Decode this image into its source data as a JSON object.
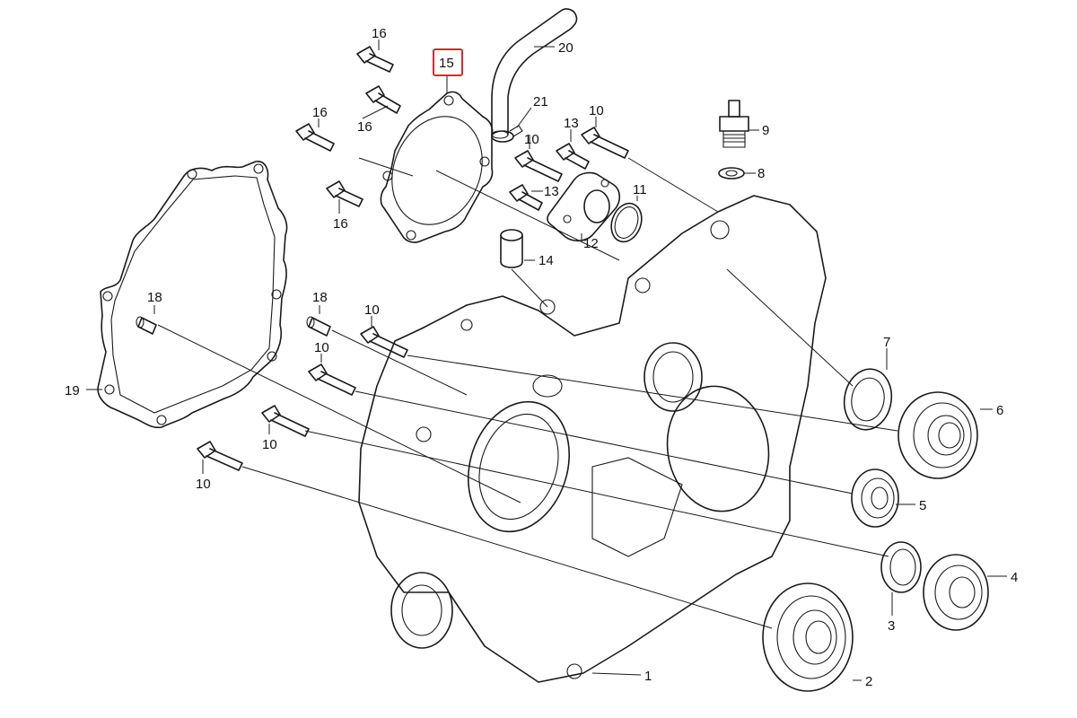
{
  "callouts": [
    {
      "id": "c16a",
      "text": "16"
    },
    {
      "id": "c15",
      "text": "15"
    },
    {
      "id": "c20",
      "text": "20"
    },
    {
      "id": "c21",
      "text": "21"
    },
    {
      "id": "c16b",
      "text": "16"
    },
    {
      "id": "c16c",
      "text": "16"
    },
    {
      "id": "c13a",
      "text": "13"
    },
    {
      "id": "c10a",
      "text": "10"
    },
    {
      "id": "c9",
      "text": "9"
    },
    {
      "id": "c10b",
      "text": "10"
    },
    {
      "id": "c8",
      "text": "8"
    },
    {
      "id": "c16d",
      "text": "16"
    },
    {
      "id": "c13b",
      "text": "13"
    },
    {
      "id": "c11",
      "text": "11"
    },
    {
      "id": "c12",
      "text": "12"
    },
    {
      "id": "c14",
      "text": "14"
    },
    {
      "id": "c18a",
      "text": "18"
    },
    {
      "id": "c18b",
      "text": "18"
    },
    {
      "id": "c10c",
      "text": "10"
    },
    {
      "id": "c10d",
      "text": "10"
    },
    {
      "id": "c19",
      "text": "19"
    },
    {
      "id": "c7",
      "text": "7"
    },
    {
      "id": "c6",
      "text": "6"
    },
    {
      "id": "c10e",
      "text": "10"
    },
    {
      "id": "c10f",
      "text": "10"
    },
    {
      "id": "c5",
      "text": "5"
    },
    {
      "id": "c4",
      "text": "4"
    },
    {
      "id": "c3",
      "text": "3"
    },
    {
      "id": "c2",
      "text": "2"
    },
    {
      "id": "c1",
      "text": "1"
    }
  ],
  "highlight": {
    "color": "#d9272e"
  },
  "icons": {
    "selected_callout": "highlight-box"
  }
}
